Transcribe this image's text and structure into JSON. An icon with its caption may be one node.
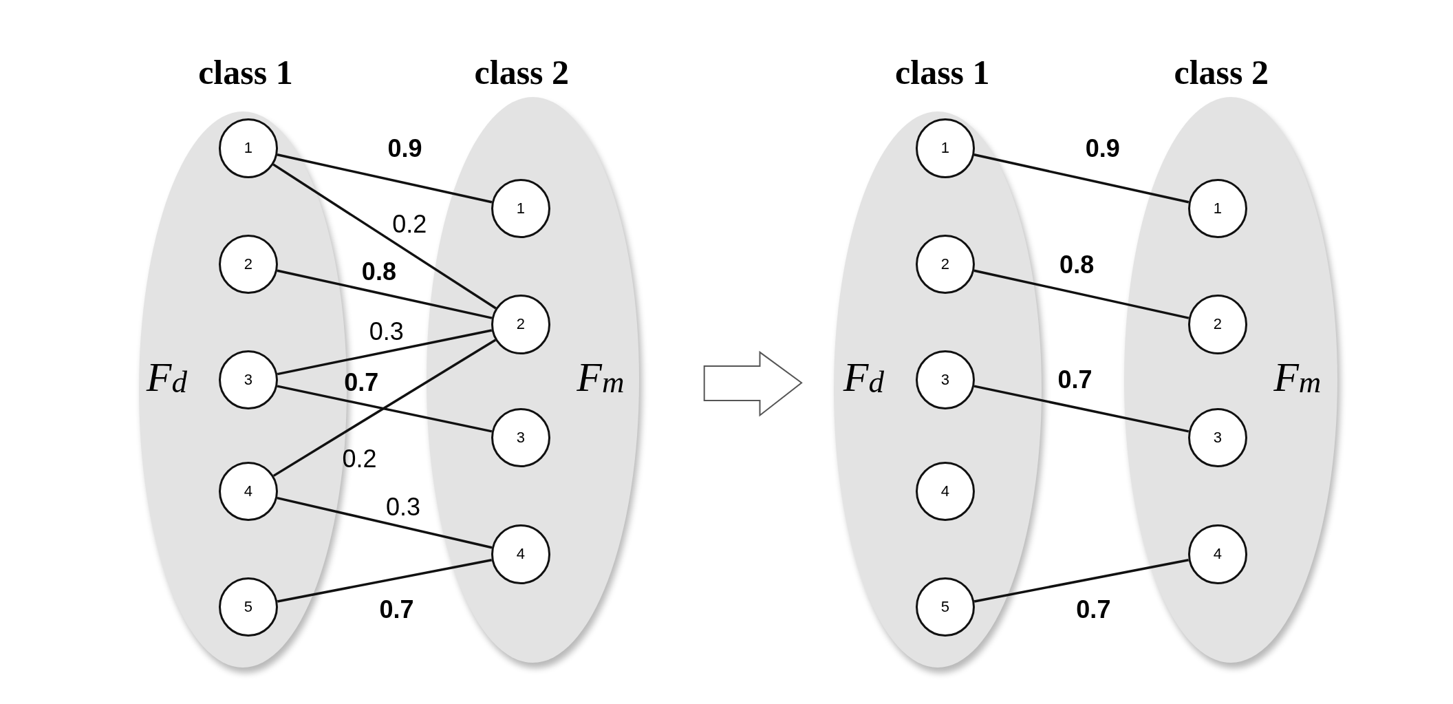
{
  "diagram": {
    "nodes": [
      {
        "text": [
          "class 1",
          "F$_{d}$"
        ]
      },
      {
        "text": [
          "1"
        ],
        "in": 0
      },
      {
        "text": [
          "2"
        ],
        "in": 0
      },
      {
        "text": [
          "3"
        ],
        "in": 0
      },
      {
        "text": [
          "4"
        ],
        "in": 0
      },
      {
        "text": [
          "5"
        ],
        "in": 0
      },
      {
        "text": [
          "class 2",
          "F$_{m}$"
        ]
      },
      {
        "text": [
          "1"
        ],
        "in": 6
      },
      {
        "text": [
          "2"
        ],
        "in": 6
      },
      {
        "text": [
          "3"
        ],
        "in": 6
      },
      {
        "text": [
          "4"
        ],
        "in": 6
      },
      {
        "text": [
          "class 1",
          "F$_{d}$"
        ]
      },
      {
        "text": [
          "1"
        ],
        "in": 11
      },
      {
        "text": [
          "2"
        ],
        "in": 11
      },
      {
        "text": [
          "3"
        ],
        "in": 11
      },
      {
        "text": [
          "4"
        ],
        "in": 11
      },
      {
        "text": [
          "5"
        ],
        "in": 11
      },
      {
        "text": [
          "class 2",
          "F$_{m}$"
        ]
      },
      {
        "text": [
          "1"
        ],
        "in": 17
      },
      {
        "text": [
          "2"
        ],
        "in": 17
      },
      {
        "text": [
          "3"
        ],
        "in": 17
      },
      {
        "text": [
          "4"
        ],
        "in": 17
      }
    ],
    "edges": [
      {
        "from": 1,
        "to": 7,
        "arrow": "none",
        "label": "**0.9**"
      },
      {
        "from": 1,
        "to": 8,
        "arrow": "none",
        "label": "0.2"
      },
      {
        "from": 2,
        "to": 8,
        "arrow": "none",
        "label": "**0.8**"
      },
      {
        "from": 3,
        "to": 8,
        "arrow": "none",
        "label": "0.3"
      },
      {
        "from": 3,
        "to": 9,
        "arrow": "none",
        "label": "**0.7**"
      },
      {
        "from": 4,
        "to": 8,
        "arrow": "none",
        "label": "0.2"
      },
      {
        "from": 4,
        "to": 10,
        "arrow": "none",
        "label": "0.3"
      },
      {
        "from": 5,
        "to": 10,
        "arrow": "none",
        "label": "**0.7**"
      },
      {
        "from": 12,
        "to": 18,
        "arrow": "none",
        "label": "**0.9**"
      },
      {
        "from": 13,
        "to": 19,
        "arrow": "none",
        "label": "**0.8**"
      },
      {
        "from": 14,
        "to": 20,
        "arrow": "none",
        "label": "**0.7**"
      },
      {
        "from": 16,
        "to": 21,
        "arrow": "none",
        "label": "**0.7**"
      }
    ]
  }
}
